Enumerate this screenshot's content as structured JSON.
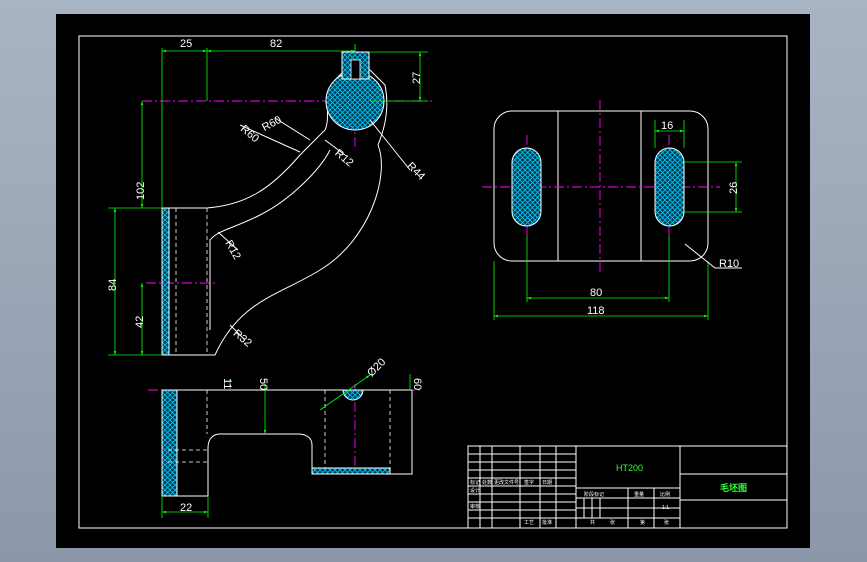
{
  "dimensions": {
    "d25": "25",
    "d82": "82",
    "d27": "27",
    "r60a": "R60",
    "r60b": "R60",
    "r12a": "R12",
    "r44": "R44",
    "d102": "102",
    "d84": "84",
    "d42": "42",
    "r12b": "R12",
    "r32": "R32",
    "d16": "16",
    "d26": "26",
    "r10": "R10",
    "d80": "80",
    "d118": "118",
    "dia20": "Ø20",
    "d11": "11",
    "d50": "50",
    "d60": "60",
    "d22": "22"
  },
  "title_block": {
    "material": "HT200",
    "drawing_name": "毛坯图",
    "scale": "1:1",
    "left_labels": [
      "标记",
      "处数",
      "更改文件号",
      "签字",
      "日期",
      "设计",
      "审核",
      "工艺",
      "批准"
    ],
    "right_labels": [
      "阶段标记",
      "重量",
      "比例",
      "共",
      "张",
      "第",
      "张"
    ]
  },
  "colors": {
    "background": "#000000",
    "frame": "#ffffff",
    "centerline": "#ff00ff",
    "dimension": "#00ff00",
    "hatch": "#00c8ff"
  }
}
